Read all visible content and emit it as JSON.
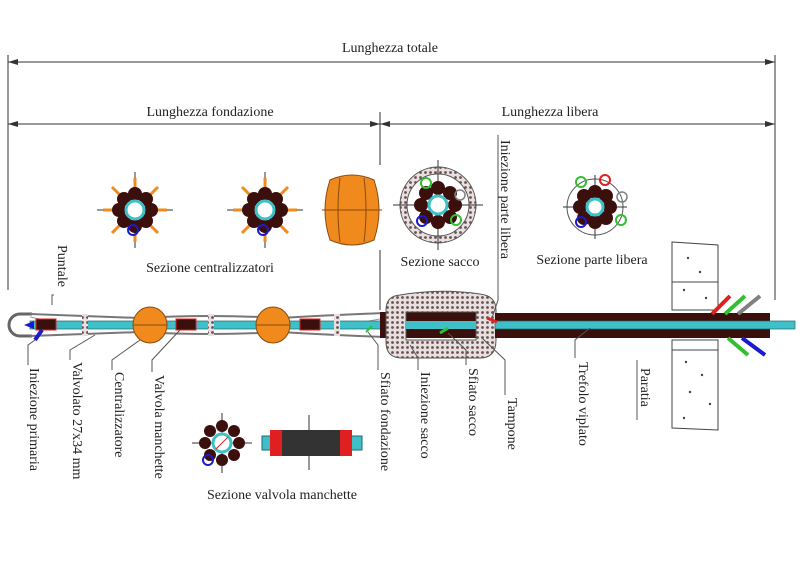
{
  "dimensions": {
    "total": "Lunghezza totale",
    "foundation": "Lunghezza fondazione",
    "free": "Lunghezza libera"
  },
  "sections": {
    "centralizers": "Sezione centralizzatori",
    "bag": "Sezione sacco",
    "free_part": "Sezione parte libera",
    "sleeve_valve": "Sezione valvola manchette"
  },
  "labels": {
    "tip": "Puntale",
    "primary_injection": "Iniezione  primaria",
    "valved_pipe": "Valvolato 27x34 mm",
    "centralizer": "Centralizzatore",
    "sleeve_valve": "Valvola manchette",
    "foundation_vent": "Sfiato  fondazione",
    "bag_injection": "Iniezione  sacco",
    "bag_vent": "Sfiato  sacco",
    "plug": "Tampone",
    "free_part_injection": "Iniezione  parte libera",
    "strand": "Trefolo viplato",
    "bulkhead": "Paratia"
  },
  "colors": {
    "centralizer": "#f08a1c",
    "strand": "#3a0f0c",
    "tube": "#3fc0c8",
    "red_tube": "#e02020",
    "green_tube": "#30c030",
    "blue_tube": "#1a1ad0",
    "gray_tube": "#808080"
  }
}
